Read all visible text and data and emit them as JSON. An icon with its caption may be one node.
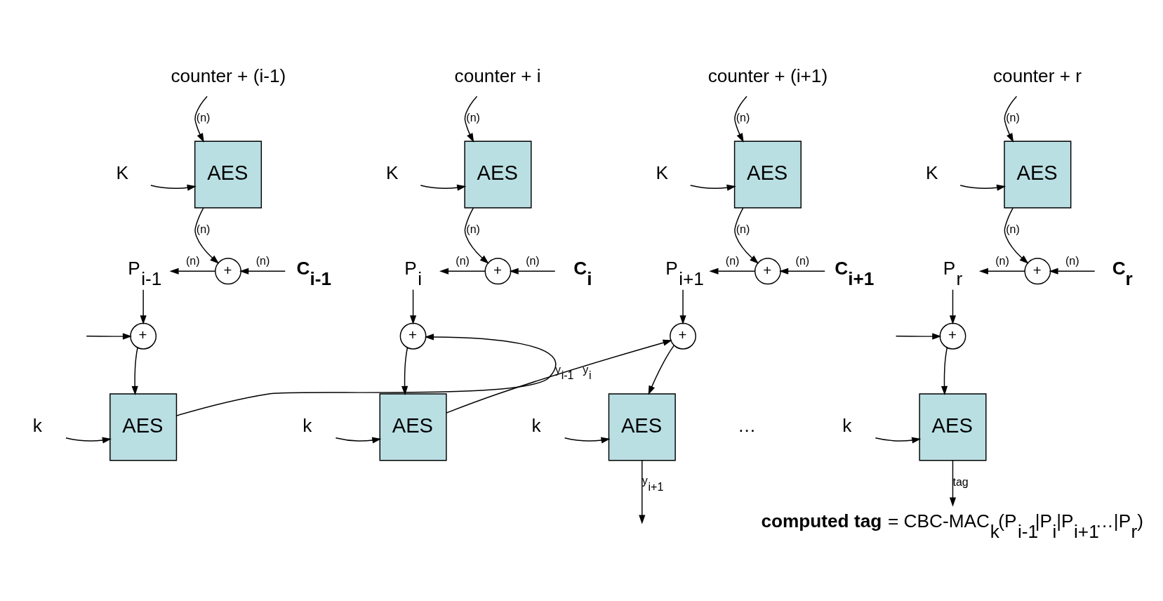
{
  "diagram": {
    "nodes": [
      {
        "text": [
          "counter + (i-1)"
        ]
      },
      {
        "text": [
          "K"
        ]
      },
      {
        "text": [
          "AES"
        ]
      },
      {
        "text": [
          "+"
        ]
      },
      {
        "text": [
          "C$_{i-1}$"
        ]
      },
      {
        "text": [
          "P$_{i-1}$"
        ]
      },
      {
        "text": [
          "+"
        ]
      },
      {
        "text": [
          "k"
        ]
      },
      {
        "text": [
          "AES"
        ]
      },
      {
        "text": [
          "counter + i"
        ]
      },
      {
        "text": [
          "K"
        ]
      },
      {
        "text": [
          "AES"
        ]
      },
      {
        "text": [
          "+"
        ]
      },
      {
        "text": [
          "C$_{i}$"
        ]
      },
      {
        "text": [
          "P$_{i}$"
        ]
      },
      {
        "text": [
          "+"
        ]
      },
      {
        "text": [
          "k"
        ]
      },
      {
        "text": [
          "AES"
        ]
      },
      {
        "text": [
          "counter + (i+1)"
        ]
      },
      {
        "text": [
          "K"
        ]
      },
      {
        "text": [
          "AES"
        ]
      },
      {
        "text": [
          "+"
        ]
      },
      {
        "text": [
          "C$_{i+1}$"
        ]
      },
      {
        "text": [
          "P$_{i+1}$"
        ]
      },
      {
        "text": [
          "+"
        ]
      },
      {
        "text": [
          "k"
        ]
      },
      {
        "text": [
          "AES"
        ]
      },
      {
        "text": [
          "counter + r"
        ]
      },
      {
        "text": [
          "K"
        ]
      },
      {
        "text": [
          "AES"
        ]
      },
      {
        "text": [
          "+"
        ]
      },
      {
        "text": [
          "C$_{r}$"
        ]
      },
      {
        "text": [
          "P$_{r}$"
        ]
      },
      {
        "text": [
          "+"
        ]
      },
      {
        "text": [
          "k"
        ]
      },
      {
        "text": [
          "AES"
        ]
      },
      {
        "text": [
          "**computed tag** = CBC-MAC$_{k}$(P$_{i-1}$|P$_{i}$|P$_{i+1}$…|P$_{r}$)"
        ]
      }
    ],
    "edges": [
      {
        "from": 0,
        "to": 2,
        "arrow": "to",
        "label": "(n)"
      },
      {
        "from": 1,
        "to": 2,
        "arrow": "to"
      },
      {
        "from": 2,
        "to": 3,
        "arrow": "to",
        "label": "(n)"
      },
      {
        "from": 4,
        "to": 3,
        "arrow": "to",
        "label": "(n)"
      },
      {
        "from": 3,
        "to": 5,
        "arrow": "to",
        "label": "(n)"
      },
      {
        "from": 5,
        "to": 6,
        "arrow": "to"
      },
      {
        "from": null,
        "to": 6,
        "arrow": "to"
      },
      {
        "from": 6,
        "to": 8,
        "arrow": "to"
      },
      {
        "from": 7,
        "to": 8,
        "arrow": "to"
      },
      {
        "from": 8,
        "to": 15,
        "arrow": "to",
        "label": "y$_{i-1}$"
      },
      {
        "from": 9,
        "to": 11,
        "arrow": "to",
        "label": "(n)"
      },
      {
        "from": 10,
        "to": 11,
        "arrow": "to"
      },
      {
        "from": 11,
        "to": 12,
        "arrow": "to",
        "label": "(n)"
      },
      {
        "from": 13,
        "to": 12,
        "arrow": "to",
        "label": "(n)"
      },
      {
        "from": 12,
        "to": 14,
        "arrow": "to",
        "label": "(n)"
      },
      {
        "from": 14,
        "to": 15,
        "arrow": "to"
      },
      {
        "from": 15,
        "to": 17,
        "arrow": "to"
      },
      {
        "from": 16,
        "to": 17,
        "arrow": "to"
      },
      {
        "from": 17,
        "to": 24,
        "arrow": "to",
        "label": "y$_{i}$"
      },
      {
        "from": 18,
        "to": 20,
        "arrow": "to",
        "label": "(n)"
      },
      {
        "from": 19,
        "to": 20,
        "arrow": "to"
      },
      {
        "from": 20,
        "to": 21,
        "arrow": "to",
        "label": "(n)"
      },
      {
        "from": 22,
        "to": 21,
        "arrow": "to",
        "label": "(n)"
      },
      {
        "from": 21,
        "to": 23,
        "arrow": "to",
        "label": "(n)"
      },
      {
        "from": 23,
        "to": 24,
        "arrow": "to"
      },
      {
        "from": 24,
        "to": 26,
        "arrow": "to"
      },
      {
        "from": 25,
        "to": 26,
        "arrow": "to"
      },
      {
        "from": 26,
        "to": null,
        "arrow": "to",
        "label": "y$_{i+1}$"
      },
      {
        "from": 27,
        "to": 29,
        "arrow": "to",
        "label": "(n)"
      },
      {
        "from": 28,
        "to": 29,
        "arrow": "to"
      },
      {
        "from": 29,
        "to": 30,
        "arrow": "to",
        "label": "(n)"
      },
      {
        "from": 31,
        "to": 30,
        "arrow": "to",
        "label": "(n)"
      },
      {
        "from": 30,
        "to": 32,
        "arrow": "to",
        "label": "(n)"
      },
      {
        "from": 32,
        "to": 33,
        "arrow": "to"
      },
      {
        "from": null,
        "to": 33,
        "arrow": "to"
      },
      {
        "from": 33,
        "to": 35,
        "arrow": "to"
      },
      {
        "from": 34,
        "to": 35,
        "arrow": "to"
      },
      {
        "from": 35,
        "to": 36,
        "arrow": "to",
        "label": "tag"
      }
    ],
    "labels": [
      "…"
    ]
  }
}
